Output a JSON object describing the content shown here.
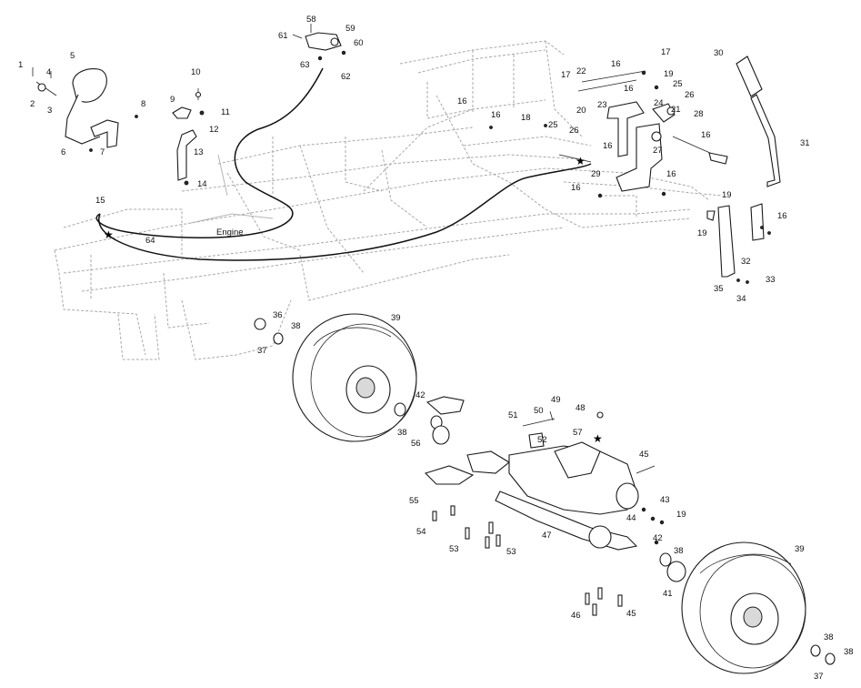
{
  "diagram": {
    "engine_label": "Engine",
    "star_symbol": "★",
    "callouts": {
      "c1": "1",
      "c2": "2",
      "c3": "3",
      "c4": "4",
      "c5": "5",
      "c6": "6",
      "c7": "7",
      "c8": "8",
      "c9": "9",
      "c10": "10",
      "c11": "11",
      "c12": "12",
      "c13": "13",
      "c14": "14",
      "c15": "15",
      "c64": "64",
      "c58": "58",
      "c59": "59",
      "c60": "60",
      "c61": "61",
      "c62": "62",
      "c63": "63",
      "c17a": "17",
      "c17b": "17",
      "c22": "22",
      "c16a": "16",
      "c19a": "19",
      "c25a": "25",
      "c26a": "26",
      "c16b": "16",
      "c16c": "16",
      "c16d": "16",
      "c18": "18",
      "c20": "20",
      "c23": "23",
      "c24": "24",
      "c25b": "25",
      "c26b": "26",
      "c21": "21",
      "c28": "28",
      "c16e": "16",
      "c16f": "16",
      "c27": "27",
      "c29": "29",
      "c16g": "16",
      "c16h": "16",
      "c30": "30",
      "c31": "31",
      "c16i": "16",
      "c19b": "19",
      "c19c": "19",
      "c32": "32",
      "c33": "33",
      "c35": "35",
      "c34": "34",
      "c36": "36",
      "c38a": "38",
      "c37a": "37",
      "c39a": "39",
      "c42a": "42",
      "c38b": "38",
      "c56": "56",
      "c51": "51",
      "c50": "50",
      "c49": "49",
      "c48": "48",
      "c57": "57",
      "c52": "52",
      "c45a": "45",
      "c55": "55",
      "c54": "54",
      "c53a": "53",
      "c53b": "53",
      "c47": "47",
      "c43": "43",
      "c44": "44",
      "c19d": "19",
      "c42b": "42",
      "c38c": "38",
      "c41": "41",
      "c39b": "39",
      "c46": "46",
      "c45b": "45",
      "c38d": "38",
      "c38e": "38",
      "c37b": "37"
    }
  }
}
